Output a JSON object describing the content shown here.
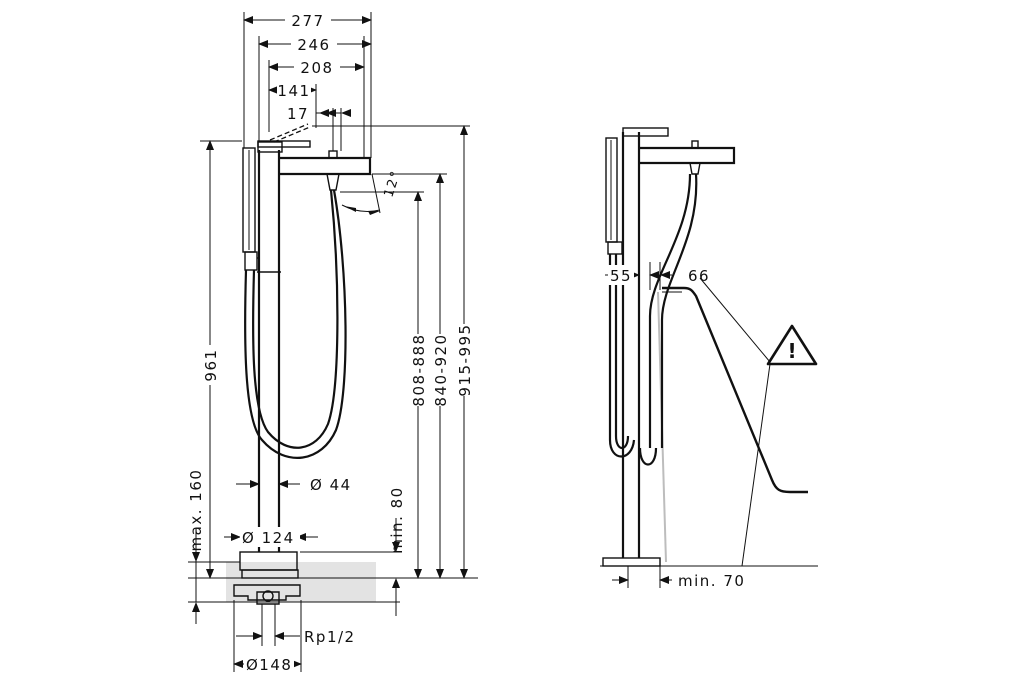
{
  "dimensions": {
    "top_width_277": "277",
    "top_width_246": "246",
    "top_width_208": "208",
    "top_width_141": "141",
    "top_width_17": "17",
    "angle": "12°",
    "height_961": "961",
    "height_max160": "max. 160",
    "dia_44": "Ø  44",
    "dia_124": "Ø  124",
    "height_min80": "min. 80",
    "height_808_888": "808-888",
    "height_840_920": "840-920",
    "height_915_995": "915-995",
    "thread_rp12": "Rp1/2",
    "dia_148": "Ø148",
    "side_55": "55",
    "side_66": "66",
    "side_min70": "min. 70"
  },
  "warning_symbol": "!",
  "icons": [
    "warning-triangle-icon"
  ],
  "colors": {
    "line": "#111111",
    "floor": "#e3e3e3",
    "wall_line": "#bdbdbd"
  }
}
